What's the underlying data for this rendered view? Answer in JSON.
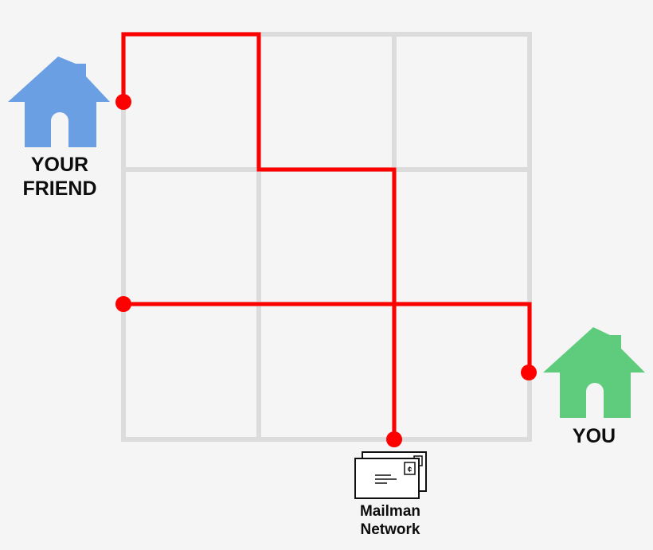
{
  "houses": {
    "friend": {
      "label_line1": "YOUR",
      "label_line2": "FRIEND",
      "color": "#6b9fe4",
      "icon": "house-icon"
    },
    "you": {
      "label": "YOU",
      "color": "#5fcc7d",
      "icon": "house-icon"
    }
  },
  "mailman": {
    "label_line1": "Mailman",
    "label_line2": "Network",
    "icon": "envelopes-icon"
  },
  "colors": {
    "background": "#f5f5f6",
    "grid": "#dcdcdc",
    "route": "#ff0000"
  }
}
